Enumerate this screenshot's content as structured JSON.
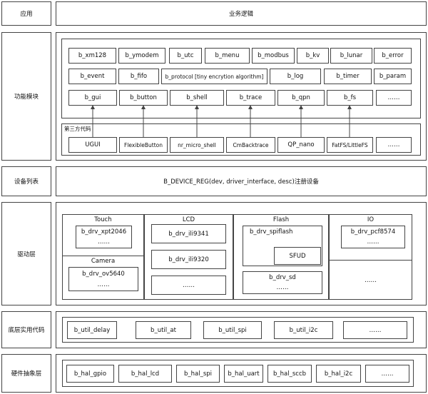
{
  "layers": {
    "app": {
      "label": "应用",
      "content": "业务逻辑"
    },
    "func": {
      "label": "功能模块",
      "row1": [
        "b_xm128",
        "b_ymodem",
        "b_utc",
        "b_menu",
        "b_modbus",
        "b_kv",
        "b_lunar",
        "b_error"
      ],
      "row2": [
        "b_event",
        "b_fifo",
        "b_protocol [tiny encrytion algorithm]",
        "b_log",
        "b_timer",
        "b_param"
      ],
      "row3": [
        "b_gui",
        "b_button",
        "b_shell",
        "b_trace",
        "b_qpn",
        "b_fs",
        "……"
      ],
      "third_party_label": "第三方代码",
      "row4": [
        "UGUI",
        "FlexibleButton",
        "nr_micro_shell",
        "CmBacktrace",
        "QP_nano",
        "FatFS/LittleFS",
        "……"
      ]
    },
    "dev": {
      "label": "设备列表",
      "content": "B_DEVICE_REG(dev, driver_interface, desc)注册设备"
    },
    "drv": {
      "label": "驱动层",
      "touch": {
        "title": "Touch",
        "items": [
          "b_drv_xpt2046",
          "……"
        ]
      },
      "camera": {
        "title": "Camera",
        "items": [
          "b_drv_ov5640",
          "……"
        ]
      },
      "lcd": {
        "title": "LCD",
        "items": [
          "b_drv_ili9341",
          "b_drv_ili9320",
          "……"
        ]
      },
      "flash": {
        "title": "Flash",
        "spiflash": "b_drv_spiflash",
        "sfud": "SFUD",
        "sd": "b_drv_sd",
        "sd_more": "……"
      },
      "io": {
        "title": "IO",
        "items": [
          "b_drv_pcf8574",
          "……"
        ],
        "more": "……"
      }
    },
    "util": {
      "label": "底层实用代码",
      "items": [
        "b_util_delay",
        "b_util_at",
        "b_util_spi",
        "b_util_i2c",
        "……"
      ]
    },
    "hal": {
      "label": "硬件抽象层",
      "items": [
        "b_hal_gpio",
        "b_hal_lcd",
        "b_hal_spi",
        "b_hal_uart",
        "b_hal_sccb",
        "b_hal_i2c",
        "……"
      ]
    }
  }
}
